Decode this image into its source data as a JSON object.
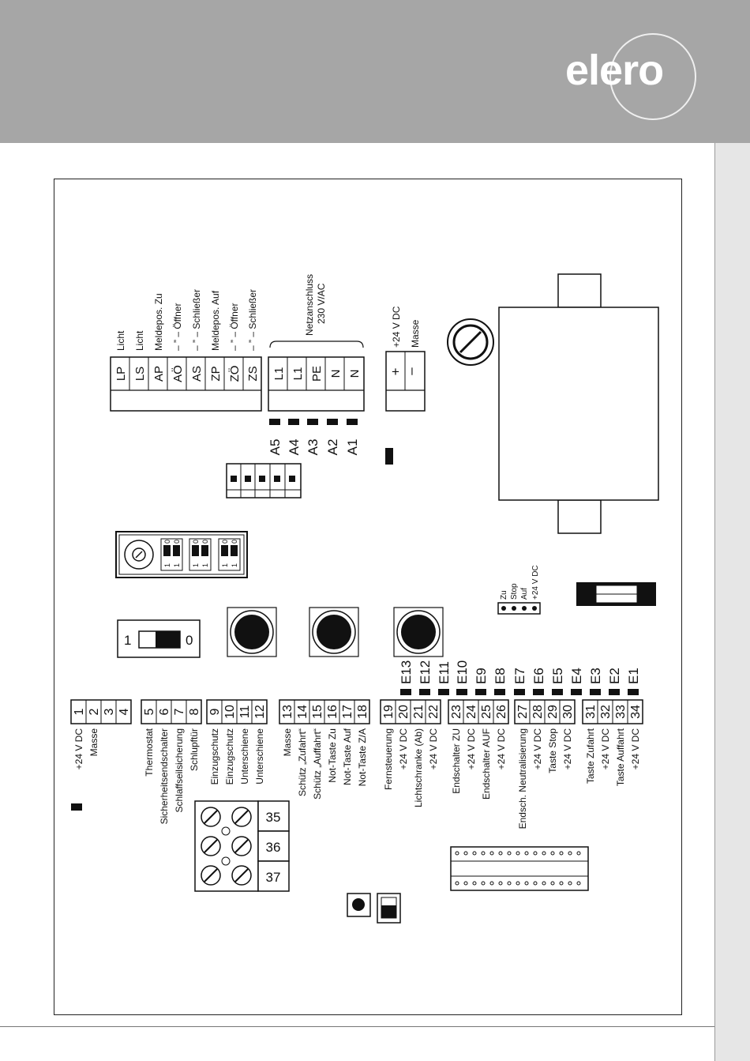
{
  "brand": {
    "logo": "elero"
  },
  "diagram": {
    "top_block_a": {
      "terminals": [
        "LP",
        "LS",
        "AP",
        "AÖ",
        "AS",
        "ZP",
        "ZÖ",
        "ZS"
      ],
      "labels": [
        "Licht",
        "Licht",
        "Meldepos. Zu",
        "–   ”   – Öffner",
        "–   ”   – Schließer",
        "Meldepos. Auf",
        "–   ”   – Öffner",
        "–   ”   – Schließer"
      ]
    },
    "top_block_b": {
      "terminals": [
        "L1",
        "L1",
        "PE",
        "N",
        "N"
      ],
      "caption_1": "Netzanschluss",
      "caption_2": "230 V/AC"
    },
    "top_block_c": {
      "terminals": [
        "+",
        "–"
      ],
      "labels": [
        "+24 V DC",
        "Masse"
      ]
    },
    "leds_a": [
      "A5",
      "A4",
      "A3",
      "A2",
      "A1"
    ],
    "dip_digits": [
      "1",
      "0"
    ],
    "main_switch": {
      "on": "1",
      "off": "0"
    },
    "small_connector": {
      "labels": [
        "Zu",
        "Stop",
        "Auf",
        "+24 V DC"
      ]
    },
    "terminal_groups": [
      {
        "numbers": [
          "1",
          "2",
          "3",
          "4"
        ],
        "labels": [
          "+24 V DC",
          "Masse",
          "",
          ""
        ]
      },
      {
        "numbers": [
          "5",
          "6",
          "7",
          "8"
        ],
        "labels": [
          "Thermostat",
          "Sicherheitsendschalter",
          "Schlaffseilsicherung",
          "Schlupftür"
        ]
      },
      {
        "numbers": [
          "9",
          "10",
          "11",
          "12"
        ],
        "labels": [
          "Einzugschutz",
          "Einzugschutz",
          "Unterschiene",
          "Unterschiene"
        ]
      },
      {
        "numbers": [
          "13",
          "14",
          "15",
          "16",
          "17",
          "18"
        ],
        "labels": [
          "Masse",
          "Schütz „Zufahrt“",
          "Schütz „Auffahrt“",
          "Not-Taste Zu",
          "Not-Taste Auf",
          "Not-Taste Z/A"
        ]
      },
      {
        "numbers": [
          "19",
          "20",
          "21",
          "22"
        ],
        "labels": [
          "Fernsteuerung",
          "+24 V DC",
          "Lichtschranke (Ab)",
          "+24 V DC"
        ]
      },
      {
        "numbers": [
          "23",
          "24",
          "25",
          "26"
        ],
        "labels": [
          "Endschalter ZU",
          "+24 V DC",
          "Endschalter AUF",
          "+24 V DC"
        ]
      },
      {
        "numbers": [
          "27",
          "28",
          "29",
          "30"
        ],
        "labels": [
          "Endsch. Neutralisierung",
          "+24 V DC",
          "Taste Stop",
          "+24 V DC"
        ]
      },
      {
        "numbers": [
          "31",
          "32",
          "33",
          "34"
        ],
        "labels": [
          "Taste Zufahrt",
          "+24 V DC",
          "Taste Auffahrt",
          "+24 V DC"
        ]
      }
    ],
    "leds_e": [
      "E13",
      "E12",
      "E11",
      "E10",
      "E9",
      "E8",
      "E7",
      "E6",
      "E5",
      "E4",
      "E3",
      "E2",
      "E1"
    ],
    "power_terminals": [
      "35",
      "36",
      "37"
    ]
  }
}
